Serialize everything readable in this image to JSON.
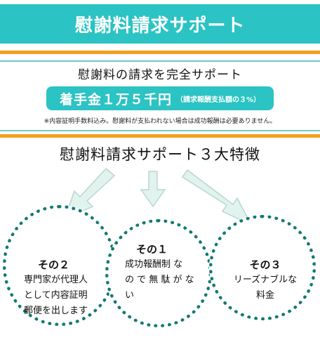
{
  "banner": {
    "title": "慰謝料請求サポート"
  },
  "offer": {
    "headline": "慰謝料の請求を完全サポート",
    "price": "着手金１万５千円",
    "price_note": "（請求報酬支払額の３%）",
    "footnote": "※内容証明手数料込み。慰謝料が支払われない場合は成功報酬は必要ありません。"
  },
  "features": {
    "title": "慰謝料請求サポート３大特徴",
    "items": [
      {
        "title": "その２",
        "lines": [
          "専門家が代理人",
          "として内容証明",
          "郵便を出します"
        ]
      },
      {
        "title": "その１",
        "lines": [
          "成功報酬制 な",
          "の で 無 駄 が な",
          "い"
        ]
      },
      {
        "title": "その３",
        "lines": [
          "リーズナブルな",
          "料金"
        ]
      }
    ]
  },
  "colors": {
    "teal": "#2bc3c3",
    "orange": "#f5a020",
    "dots": "#137a72",
    "arrow_fill": "#e2f2ee",
    "arrow_stroke": "#b6d8d0"
  }
}
